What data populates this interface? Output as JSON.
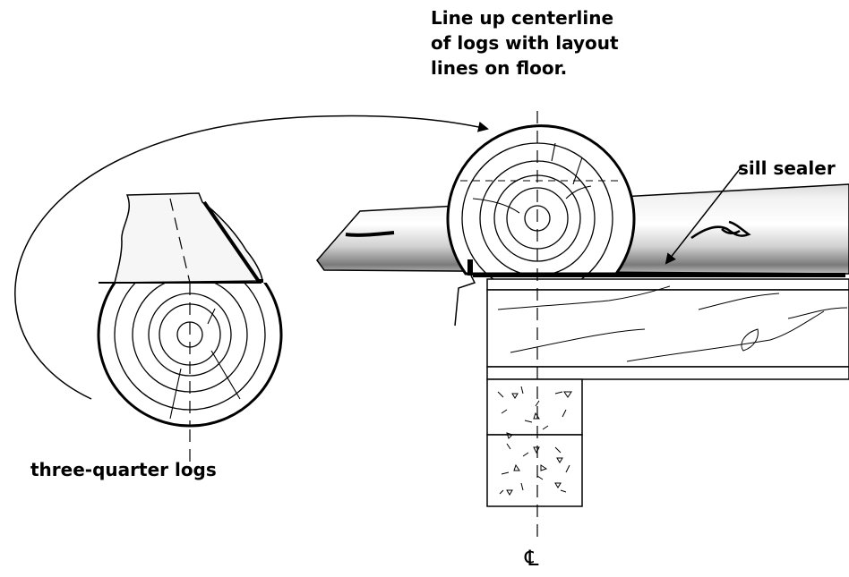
{
  "labels": {
    "centerline_line1": "Line up centerline",
    "centerline_line2": "of logs with layout",
    "centerline_line3": "lines on floor.",
    "sill_sealer": "sill sealer",
    "three_quarter_logs": "three-quarter logs",
    "centerline_symbol": "℄"
  },
  "colors": {
    "ink": "#000000",
    "background": "#ffffff"
  }
}
